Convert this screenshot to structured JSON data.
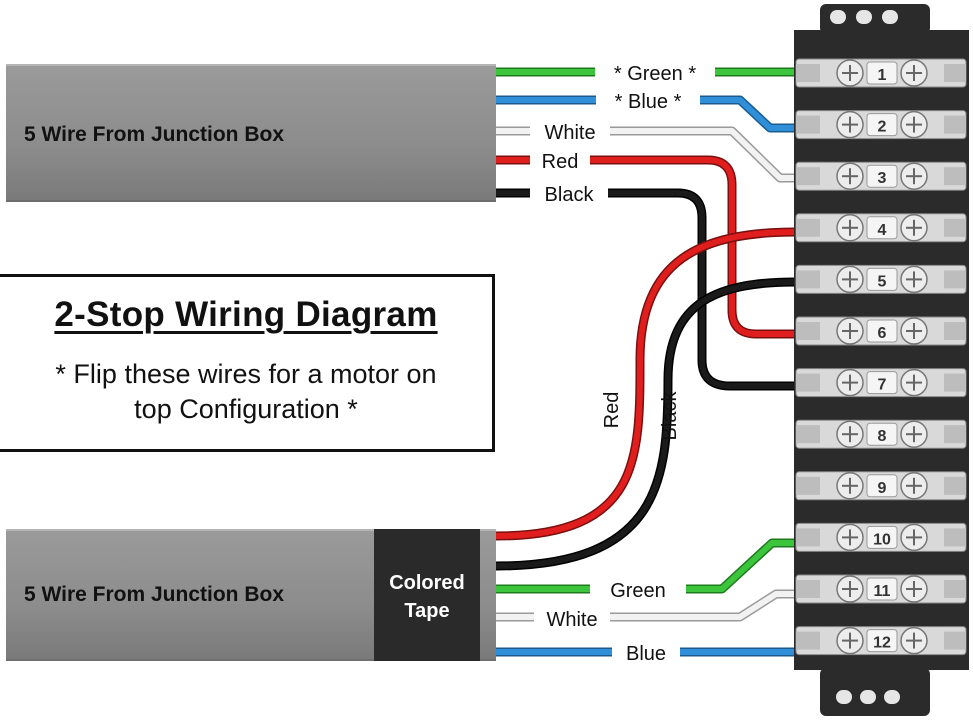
{
  "top_cable": {
    "label": "5 Wire From Junction Box"
  },
  "bottom_cable": {
    "label": "5 Wire From Junction Box",
    "tape_label_line1": "Colored",
    "tape_label_line2": "Tape"
  },
  "title_box": {
    "title": "2-Stop Wiring Diagram",
    "note_line1": "* Flip these wires for a motor on",
    "note_line2": "top Configuration *"
  },
  "wire_labels": {
    "green_top": "* Green *",
    "blue_top": "* Blue *",
    "white_top": "White",
    "red_top": "Red",
    "black_top": "Black",
    "red_side": "Red",
    "black_side": "Black",
    "green_bottom": "Green",
    "white_bottom": "White",
    "blue_bottom": "Blue"
  },
  "terminals": [
    "1",
    "2",
    "3",
    "4",
    "5",
    "6",
    "7",
    "8",
    "9",
    "10",
    "11",
    "12"
  ],
  "colors": {
    "green": "#3cc43c",
    "blue": "#2f8fd8",
    "white": "#f2f2f2",
    "red": "#e01e1e",
    "black": "#111111",
    "cable": "#8f8f8f",
    "terminal_block": "#2b2b2b",
    "screw": "#e6e6e6"
  }
}
